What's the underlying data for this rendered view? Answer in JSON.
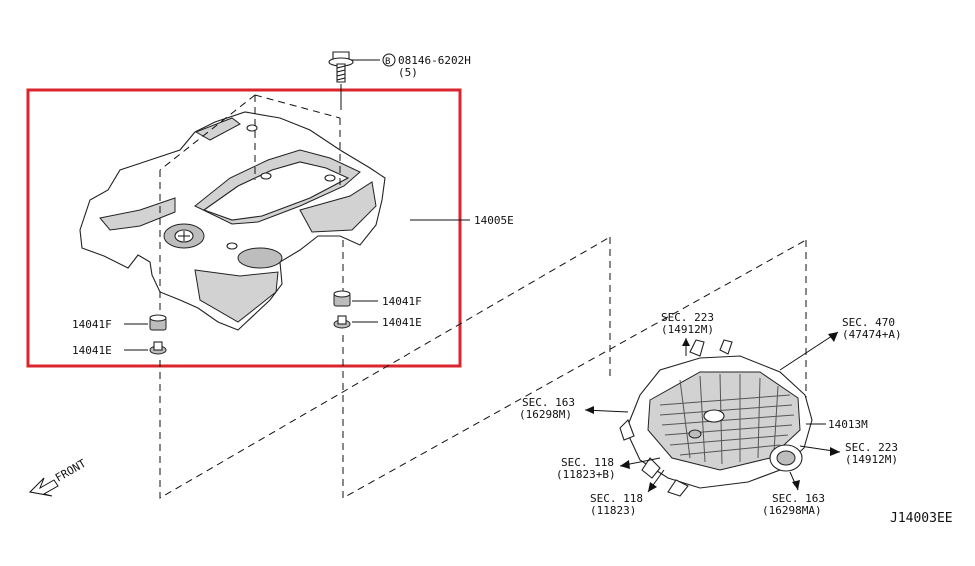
{
  "highlight_color": "#d9262e",
  "labels": {
    "bolt_part": "08146-6202H",
    "bolt_qty": "(5)",
    "bolt_marker": "B",
    "cover": "14005E",
    "grommet_right": "14041F",
    "washer_right": "14041E",
    "grommet_left": "14041F",
    "washer_left": "14041E",
    "sec223_top_a": "SEC. 223",
    "sec223_top_b": "(14912M)",
    "sec470_a": "SEC. 470",
    "sec470_b": "(47474+A)",
    "sec163_left_a": "SEC. 163",
    "sec163_left_b": "(16298M)",
    "manifold": "14013M",
    "sec223_right_a": "SEC. 223",
    "sec223_right_b": "(14912M)",
    "sec118_a": "SEC. 118",
    "sec118_b": "(11823+B)",
    "sec118_c_a": "SEC. 118",
    "sec118_c_b": "(11823)",
    "sec163_bottom_a": "SEC. 163",
    "sec163_bottom_b": "(16298MA)",
    "front": "FRONT",
    "diagram_id": "J14003EE"
  }
}
